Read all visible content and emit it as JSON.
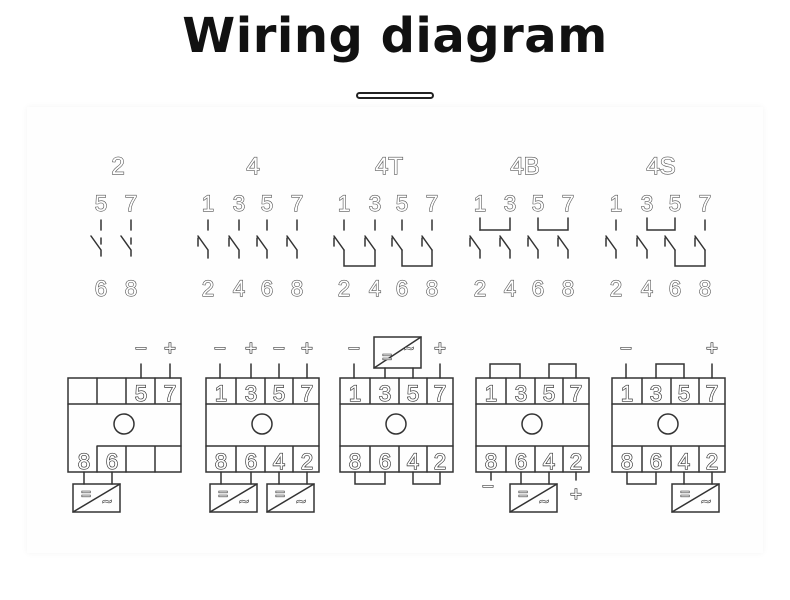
{
  "title": "Wiring diagram",
  "colors": {
    "line": "#333333",
    "text": "#111111"
  },
  "contacts": [
    {
      "name": "2",
      "top": [
        "5",
        "7"
      ],
      "bottom": [
        "6",
        "8"
      ]
    },
    {
      "name": "4",
      "top": [
        "1",
        "3",
        "5",
        "7"
      ],
      "bottom": [
        "2",
        "4",
        "6",
        "8"
      ]
    },
    {
      "name": "4T",
      "top": [
        "1",
        "3",
        "5",
        "7"
      ],
      "bottom": [
        "2",
        "4",
        "6",
        "8"
      ]
    },
    {
      "name": "4B",
      "top": [
        "1",
        "3",
        "5",
        "7"
      ],
      "bottom": [
        "2",
        "4",
        "6",
        "8"
      ]
    },
    {
      "name": "4S",
      "top": [
        "1",
        "3",
        "5",
        "7"
      ],
      "bottom": [
        "2",
        "4",
        "6",
        "8"
      ]
    }
  ],
  "sockets": [
    {
      "top": [
        "",
        "",
        "5",
        "7"
      ],
      "bottom": [
        "8",
        "6",
        "",
        ""
      ],
      "signs": [
        "−",
        "+"
      ]
    },
    {
      "top": [
        "1",
        "3",
        "5",
        "7"
      ],
      "bottom": [
        "8",
        "6",
        "4",
        "2"
      ],
      "signs": [
        "−",
        "+",
        "−",
        "+"
      ]
    },
    {
      "top": [
        "1",
        "3",
        "5",
        "7"
      ],
      "bottom": [
        "8",
        "6",
        "4",
        "2"
      ],
      "signs": [
        "−",
        "+"
      ]
    },
    {
      "top": [
        "1",
        "3",
        "5",
        "7"
      ],
      "bottom": [
        "8",
        "6",
        "4",
        "2"
      ],
      "signs": [
        "−",
        "+"
      ]
    },
    {
      "top": [
        "1",
        "3",
        "5",
        "7"
      ],
      "bottom": [
        "8",
        "6",
        "4",
        "2"
      ],
      "signs": [
        "−",
        "+"
      ]
    }
  ],
  "converter": {
    "dc": "=",
    "ac": "~"
  }
}
